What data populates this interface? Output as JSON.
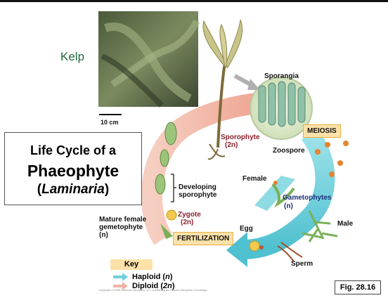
{
  "kelp_label": "Kelp",
  "scale_label": "10 cm",
  "title": {
    "line1": "Life Cycle of a",
    "line2": "Phaeophyte",
    "line3_genus": "Laminaria"
  },
  "labels": {
    "sporangia": "Sporangia",
    "meiosis": "MEIOSIS",
    "sporophyte": "Sporophyte",
    "sporophyte_ploidy": "(2n)",
    "zoospore": "Zoospore",
    "female": "Female",
    "gametophytes": "Gametophytes",
    "gametophytes_ploidy": "(n)",
    "developing_line1": "Developing",
    "developing_line2": "sporophyte",
    "zygote": "Zygote",
    "zygote_ploidy": "(2n)",
    "mature_line1": "Mature female",
    "mature_line2": "gemetophyte",
    "mature_ploidy": "(n)",
    "fertilization": "FERTILIZATION",
    "egg": "Egg",
    "male": "Male",
    "sperm": "Sperm"
  },
  "key": {
    "title": "Key",
    "haploid_label": "Haploid",
    "haploid_ploidy": "n",
    "diploid_label": "Diploid",
    "diploid_ploidy": "2n",
    "haploid_color": "#6fd0dd",
    "diploid_color": "#f2b4a4"
  },
  "figure_label": "Fig. 28.16",
  "copyright": "Copyright © 2008 Pearson Education, Inc., publishing as Pearson Benjamin Cummings."
}
